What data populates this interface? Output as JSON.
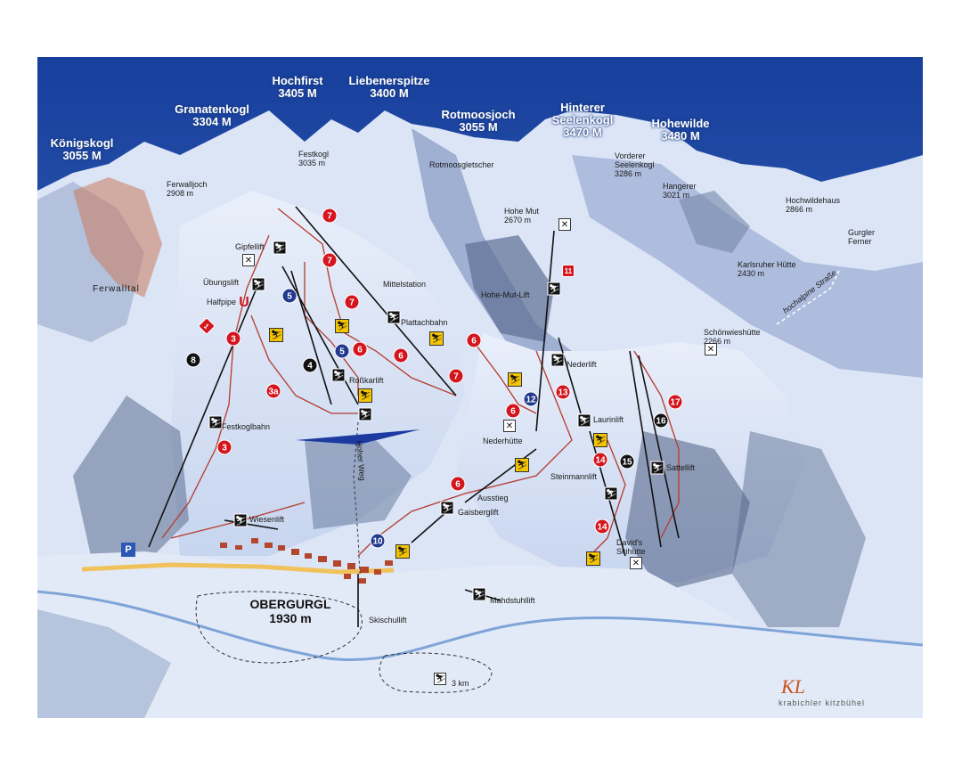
{
  "peaks": [
    {
      "id": "koenigskogl",
      "name": "Königskogl",
      "height": "3055 M"
    },
    {
      "id": "granatenkogl",
      "name": "Granatenkogl",
      "height": "3304 M"
    },
    {
      "id": "hochfirst",
      "name": "Hochfirst",
      "height": "3405 M"
    },
    {
      "id": "liebenerspitze",
      "name": "Liebenerspitze",
      "height": "3400 M"
    },
    {
      "id": "rotmoosjoch",
      "name": "Rotmoosjoch",
      "height": "3055 M"
    },
    {
      "id": "hinterer-seelenkogl",
      "name": "Hinterer\nSeelenkogl",
      "height": "3470 M"
    },
    {
      "id": "hohewilde",
      "name": "Hohewilde",
      "height": "3480 M"
    }
  ],
  "labels": {
    "ferwalljoch": "Ferwalljoch\n2908 m",
    "festkogl": "Festkogl\n3035 m",
    "rotmoosgletscher": "Rotmoosgletscher",
    "vorderer_seelenkogl": "Vorderer\nSeelenkogl\n3286 m",
    "hangerer": "Hangerer\n3021 m",
    "hochwildehaus": "Hochwildehaus\n2866 m",
    "gurgler_ferner": "Gurgler\nFerner",
    "karlsruher_huette": "Karlsruher Hütte\n2430 m",
    "hochalpine_strasse": "hochalpine Straße",
    "hohe_mut": "Hohe Mut\n2670 m",
    "hohe_mut_lift": "Hohe-Mut-Lift",
    "schoenwieshuette": "Schönwieshütte\n2266 m",
    "ferwalltal": "Ferwalltal",
    "gipfellift": "Gipfellift",
    "uebungslift": "Übungslift",
    "halfpipe": "Halfpipe",
    "mittelstation": "Mittelstation",
    "plattachbahn": "Plattachbahn",
    "rosskarlift": "Roßkarlift",
    "festkoglbahn": "Festkoglbahn",
    "nederlift": "Nederlift",
    "nederhuette": "Nederhütte",
    "laurinlift": "Laurinlift",
    "sattellift": "Sattellift",
    "steinmannlift": "Steinmannlift",
    "ausstieg": "Ausstieg",
    "gaisberglift": "Gaisberglift",
    "wiesenlift": "Wiesenlift",
    "davids_skihuette": "David's\nSkihütte",
    "mahdstuhllift": "Mahdstuhllift",
    "skischullift": "Skischullift",
    "loipe": "3 km",
    "hoher_weg": "Hoher Weg"
  },
  "town": {
    "name": "OBERGURGL",
    "height": "1930 m"
  },
  "runs": [
    {
      "n": "7",
      "color": "red"
    },
    {
      "n": "7",
      "color": "red"
    },
    {
      "n": "7",
      "color": "red"
    },
    {
      "n": "7",
      "color": "red"
    },
    {
      "n": "5",
      "color": "blue"
    },
    {
      "n": "5",
      "color": "blue"
    },
    {
      "n": "6",
      "color": "red"
    },
    {
      "n": "6",
      "color": "red"
    },
    {
      "n": "6",
      "color": "red"
    },
    {
      "n": "6",
      "color": "red"
    },
    {
      "n": "6",
      "color": "red"
    },
    {
      "n": "3",
      "color": "red"
    },
    {
      "n": "3a",
      "color": "red"
    },
    {
      "n": "3",
      "color": "red"
    },
    {
      "n": "8",
      "color": "black"
    },
    {
      "n": "4",
      "color": "black"
    },
    {
      "n": "12",
      "color": "blue"
    },
    {
      "n": "13",
      "color": "red"
    },
    {
      "n": "14",
      "color": "red"
    },
    {
      "n": "14",
      "color": "red"
    },
    {
      "n": "15",
      "color": "black"
    },
    {
      "n": "16",
      "color": "black"
    },
    {
      "n": "17",
      "color": "red"
    },
    {
      "n": "10",
      "color": "blue"
    },
    {
      "n": "1",
      "color": "red"
    },
    {
      "n": "11",
      "color": "red"
    }
  ],
  "symbols": {
    "lift": "⛷",
    "run": "⛷",
    "hut": "✕",
    "parking": "P",
    "halfpipe": "U",
    "xc": "⛷"
  },
  "credit": {
    "mark": "KL",
    "text": "krabichler kitzbühel"
  },
  "colors": {
    "sky": "#1b4aa8",
    "piste_red": "#d4151d",
    "piste_blue": "#22398f",
    "piste_black": "#111111",
    "sign_yellow": "#f4c400",
    "road": "#f0c25c"
  }
}
